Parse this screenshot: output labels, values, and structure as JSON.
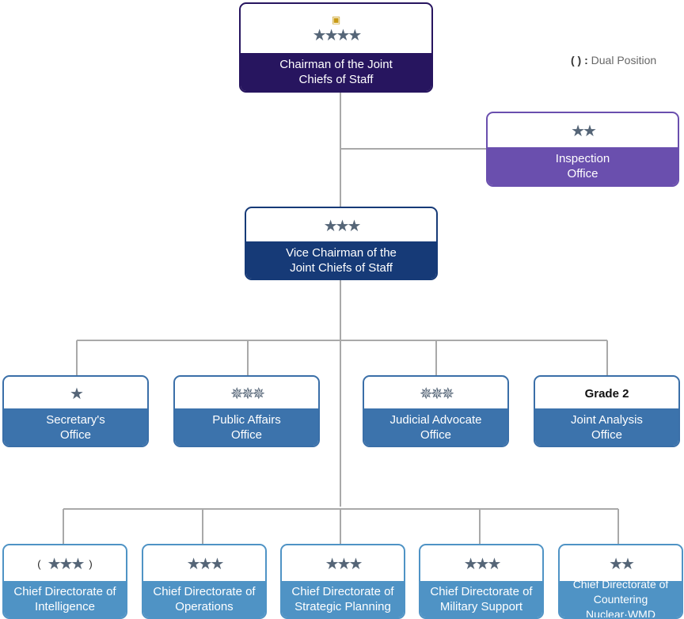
{
  "legend": {
    "symbol": "( ) :",
    "text": "Dual Position"
  },
  "colors": {
    "chairman": "#27155f",
    "inspection": "#6a4fae",
    "vice": "#163a77",
    "office": "#3c73ac",
    "directorate": "#4f93c5"
  },
  "chairman": {
    "rank_icon": "four-star-general-insignia-with-seal",
    "title": "Chairman of the Joint\nChiefs of Staff"
  },
  "inspection": {
    "rank_icon": "two-star-insignia",
    "title": "Inspection\nOffice"
  },
  "vice": {
    "rank_icon": "three-star-insignia",
    "title": "Vice Chairman of the\nJoint Chiefs of Staff"
  },
  "offices": [
    {
      "rank_icon": "one-star-insignia",
      "title": "Secretary's\nOffice"
    },
    {
      "rank_icon": "colonel-insignia",
      "title": "Public Affairs\nOffice"
    },
    {
      "rank_icon": "colonel-insignia",
      "title": "Judicial Advocate\nOffice"
    },
    {
      "grade": "Grade 2",
      "title": "Joint Analysis\nOffice"
    }
  ],
  "directorates": [
    {
      "rank_icon": "three-star-insignia-dual",
      "title": "Chief Directorate of\nIntelligence"
    },
    {
      "rank_icon": "three-star-insignia",
      "title": "Chief Directorate of\nOperations"
    },
    {
      "rank_icon": "three-star-insignia",
      "title": "Chief Directorate of\nStrategic Planning"
    },
    {
      "rank_icon": "three-star-insignia",
      "title": "Chief Directorate of\nMilitary Support"
    },
    {
      "rank_icon": "two-star-insignia",
      "title": "Chief Directorate of\nCountering Nuclear·WMD"
    }
  ]
}
